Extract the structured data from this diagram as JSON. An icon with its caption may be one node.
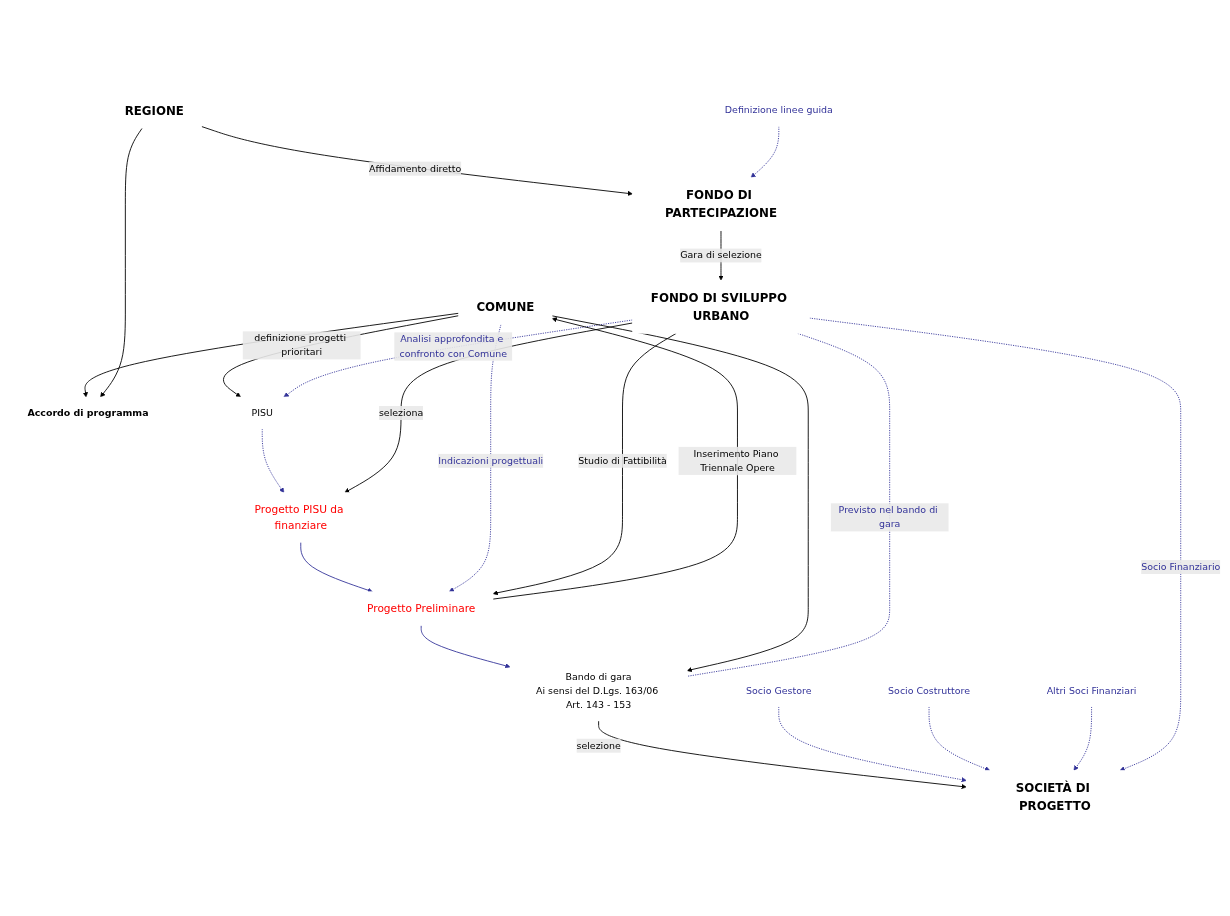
{
  "diagram": {
    "nodes": [
      {
        "text": [
          "COMUNE"
        ]
      },
      {
        "text": [
          "Accordo di programma"
        ]
      },
      {
        "text": [
          "REGIONE"
        ]
      },
      {
        "text": [
          "FONDO DI PARTECIPAZIONE"
        ]
      },
      {
        "text": [
          "Definizione linee guida"
        ]
      },
      {
        "text": [
          "PISU"
        ]
      },
      {
        "text": [
          "FONDO DI SVILUPPO URBANO"
        ]
      },
      {
        "text": [
          "Progetto PISU da finanziare"
        ]
      },
      {
        "text": [
          "Progetto Preliminare"
        ]
      },
      {
        "text": [
          "Bando di gara",
          "Ai sensi del D.Lgs. 163/06 Art. 143 - 153"
        ]
      },
      {
        "text": [
          "Socio Gestore"
        ]
      },
      {
        "text": [
          "Socio Costruttore"
        ]
      },
      {
        "text": [
          "Altri Soci Finanziari"
        ]
      },
      {
        "text": [
          "SOCIETÀ DI PROGETTO"
        ]
      }
    ],
    "edges": [
      {
        "from": 0,
        "to": 1,
        "arrow": "to",
        "color": "#000000"
      },
      {
        "from": 2,
        "to": 1,
        "arrow": "to",
        "color": "#000000"
      },
      {
        "from": 2,
        "to": 3,
        "arrow": "to",
        "label": "Affidamento diretto",
        "color": "#000000"
      },
      {
        "from": 0,
        "to": 5,
        "arrow": "to",
        "label": "definizione progetti prioritari",
        "color": "#000000"
      },
      {
        "from": 4,
        "to": 3,
        "arrow": "to",
        "style": "dashed",
        "color": "#333399"
      },
      {
        "from": 3,
        "to": 6,
        "arrow": "to",
        "label": "Gara di selezione",
        "color": "#000000"
      },
      {
        "from": 6,
        "to": 5,
        "arrow": "to",
        "label": "Analisi approfondita e confronto con Comune",
        "style": "dashed",
        "color": "#333399"
      },
      {
        "from": 5,
        "to": 7,
        "arrow": "to",
        "style": "dashed",
        "color": "#333399"
      },
      {
        "from": 6,
        "to": 7,
        "arrow": "to",
        "label": "seleziona",
        "color": "#000000"
      },
      {
        "from": 7,
        "to": 8,
        "arrow": "to",
        "color": "#333399"
      },
      {
        "from": 0,
        "to": 8,
        "arrow": "to",
        "label": "Indicazioni progettuali",
        "style": "dashed",
        "color": "#333399"
      },
      {
        "from": 6,
        "to": 8,
        "arrow": "to",
        "label": "Studio di Fattibilità",
        "color": "#000000"
      },
      {
        "from": 8,
        "to": 0,
        "arrow": "to",
        "label": "Inserimento Piano Triennale Opere",
        "color": "#000000"
      },
      {
        "from": 8,
        "to": 9,
        "arrow": "to",
        "color": "#333399"
      },
      {
        "from": 0,
        "to": 9,
        "arrow": "to",
        "color": "#000000"
      },
      {
        "from": 6,
        "to": 9,
        "arrow": "none",
        "label": "Previsto nel bando di gara",
        "style": "dashed",
        "color": "#333399"
      },
      {
        "from": 9,
        "to": 13,
        "arrow": "to",
        "label": "selezione",
        "color": "#000000"
      },
      {
        "from": 10,
        "to": 13,
        "arrow": "to",
        "style": "dashed",
        "color": "#333399"
      },
      {
        "from": 11,
        "to": 13,
        "arrow": "to",
        "style": "dashed",
        "color": "#333399"
      },
      {
        "from": 12,
        "to": 13,
        "arrow": "to",
        "style": "dashed",
        "color": "#333399"
      },
      {
        "from": 6,
        "to": 13,
        "arrow": "to",
        "label": "Socio Finanziario",
        "style": "dashed",
        "color": "#333399"
      }
    ]
  }
}
